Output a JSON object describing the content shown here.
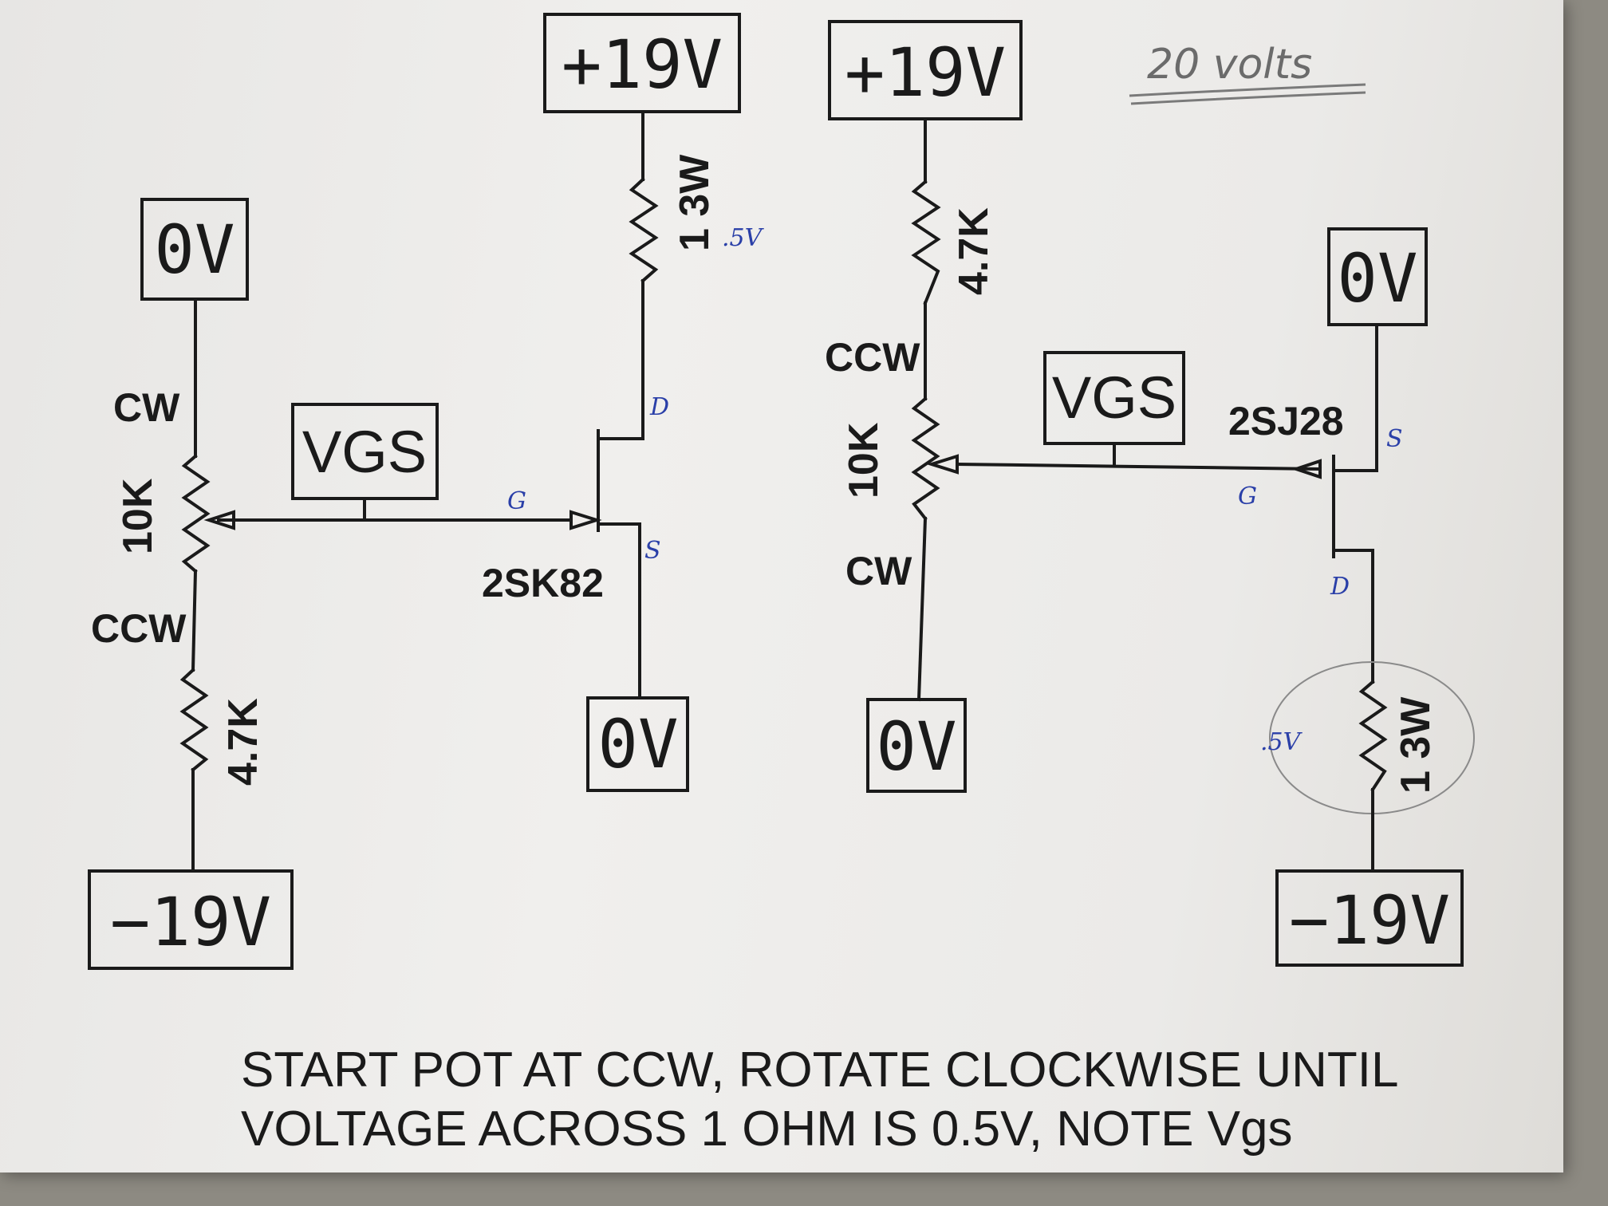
{
  "left_circuit": {
    "supply_top": "+19V",
    "resistor_top": "1 3W",
    "resistor_top_note": ".5V",
    "ground_top": "0V",
    "pot_cw": "CW",
    "pot_value": "10K",
    "pot_ccw": "CCW",
    "resistor_bottom": "4.7K",
    "supply_bottom": "−19V",
    "vgs": "VGS",
    "gate": "G",
    "drain": "D",
    "source": "S",
    "transistor": "2SK82",
    "ground_source": "0V"
  },
  "right_circuit": {
    "supply_top": "+19V",
    "resistor_top": "4.7K",
    "pot_ccw": "CCW",
    "pot_value": "10K",
    "pot_cw": "CW",
    "ground_bottom": "0V",
    "vgs": "VGS",
    "transistor": "2SJ28",
    "gate": "G",
    "source": "S",
    "drain": "D",
    "ground_source": "0V",
    "resistor_bottom": "1 3W",
    "resistor_bottom_note": ".5V",
    "supply_bottom": "−19V"
  },
  "handwritten_note": "20 volts",
  "instructions": {
    "line1": "START POT AT CCW, ROTATE CLOCKWISE UNTIL",
    "line2": "VOLTAGE ACROSS 1 OHM IS 0.5V, NOTE Vgs"
  }
}
